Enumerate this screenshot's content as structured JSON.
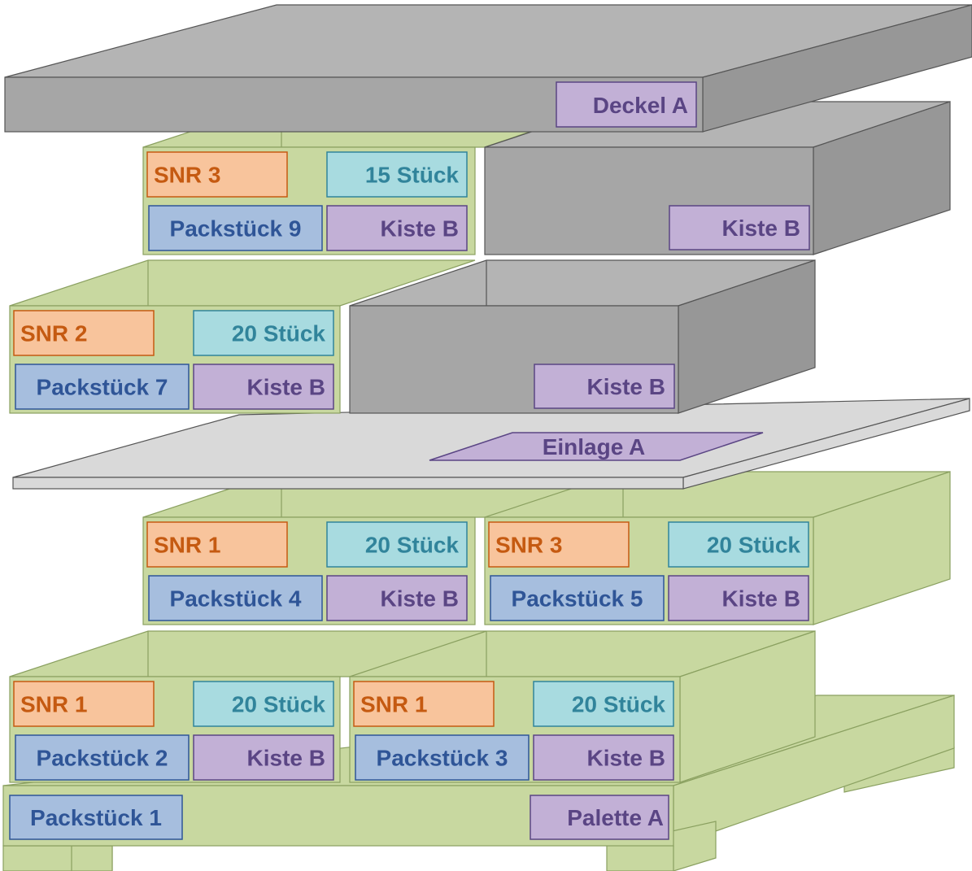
{
  "colors": {
    "green_face": "#c8d8a0",
    "green_edge": "#8aa060",
    "gray_face": "#a6a6a6",
    "gray_top": "#b4b4b4",
    "gray_side": "#979797",
    "gray_edge": "#555555",
    "light_gray": "#d9d9d9",
    "snr_fill": "#f8c49c",
    "snr_text": "#c55a11",
    "snr_border": "#c55a11",
    "qty_fill": "#a8dbe0",
    "qty_text": "#31849b",
    "qty_border": "#31849b",
    "pack_fill": "#a6bede",
    "pack_text": "#2f5597",
    "pack_border": "#2f5597",
    "type_fill": "#c2b0d6",
    "type_text": "#5a4584",
    "type_border": "#5a4584"
  },
  "lid": {
    "label": "Deckel A"
  },
  "insert": {
    "label": "Einlage A"
  },
  "pallet": {
    "pack_label": "Packstück 1",
    "type_label": "Palette A"
  },
  "row1": [
    {
      "snr": "SNR 1",
      "qty": "20 Stück",
      "pack": "Packstück 2",
      "type": "Kiste B"
    },
    {
      "snr": "SNR 1",
      "qty": "20 Stück",
      "pack": "Packstück 3",
      "type": "Kiste B"
    }
  ],
  "row2": [
    {
      "snr": "SNR 1",
      "qty": "20 Stück",
      "pack": "Packstück 4",
      "type": "Kiste B"
    },
    {
      "snr": "SNR 3",
      "qty": "20 Stück",
      "pack": "Packstück 5",
      "type": "Kiste B"
    }
  ],
  "row3": {
    "left": {
      "snr": "SNR 2",
      "qty": "20 Stück",
      "pack": "Packstück 7",
      "type": "Kiste B"
    },
    "gray_label": "Kiste B"
  },
  "row4": {
    "left": {
      "snr": "SNR 3",
      "qty": "15 Stück",
      "pack": "Packstück 9",
      "type": "Kiste B"
    },
    "gray_label": "Kiste B"
  }
}
